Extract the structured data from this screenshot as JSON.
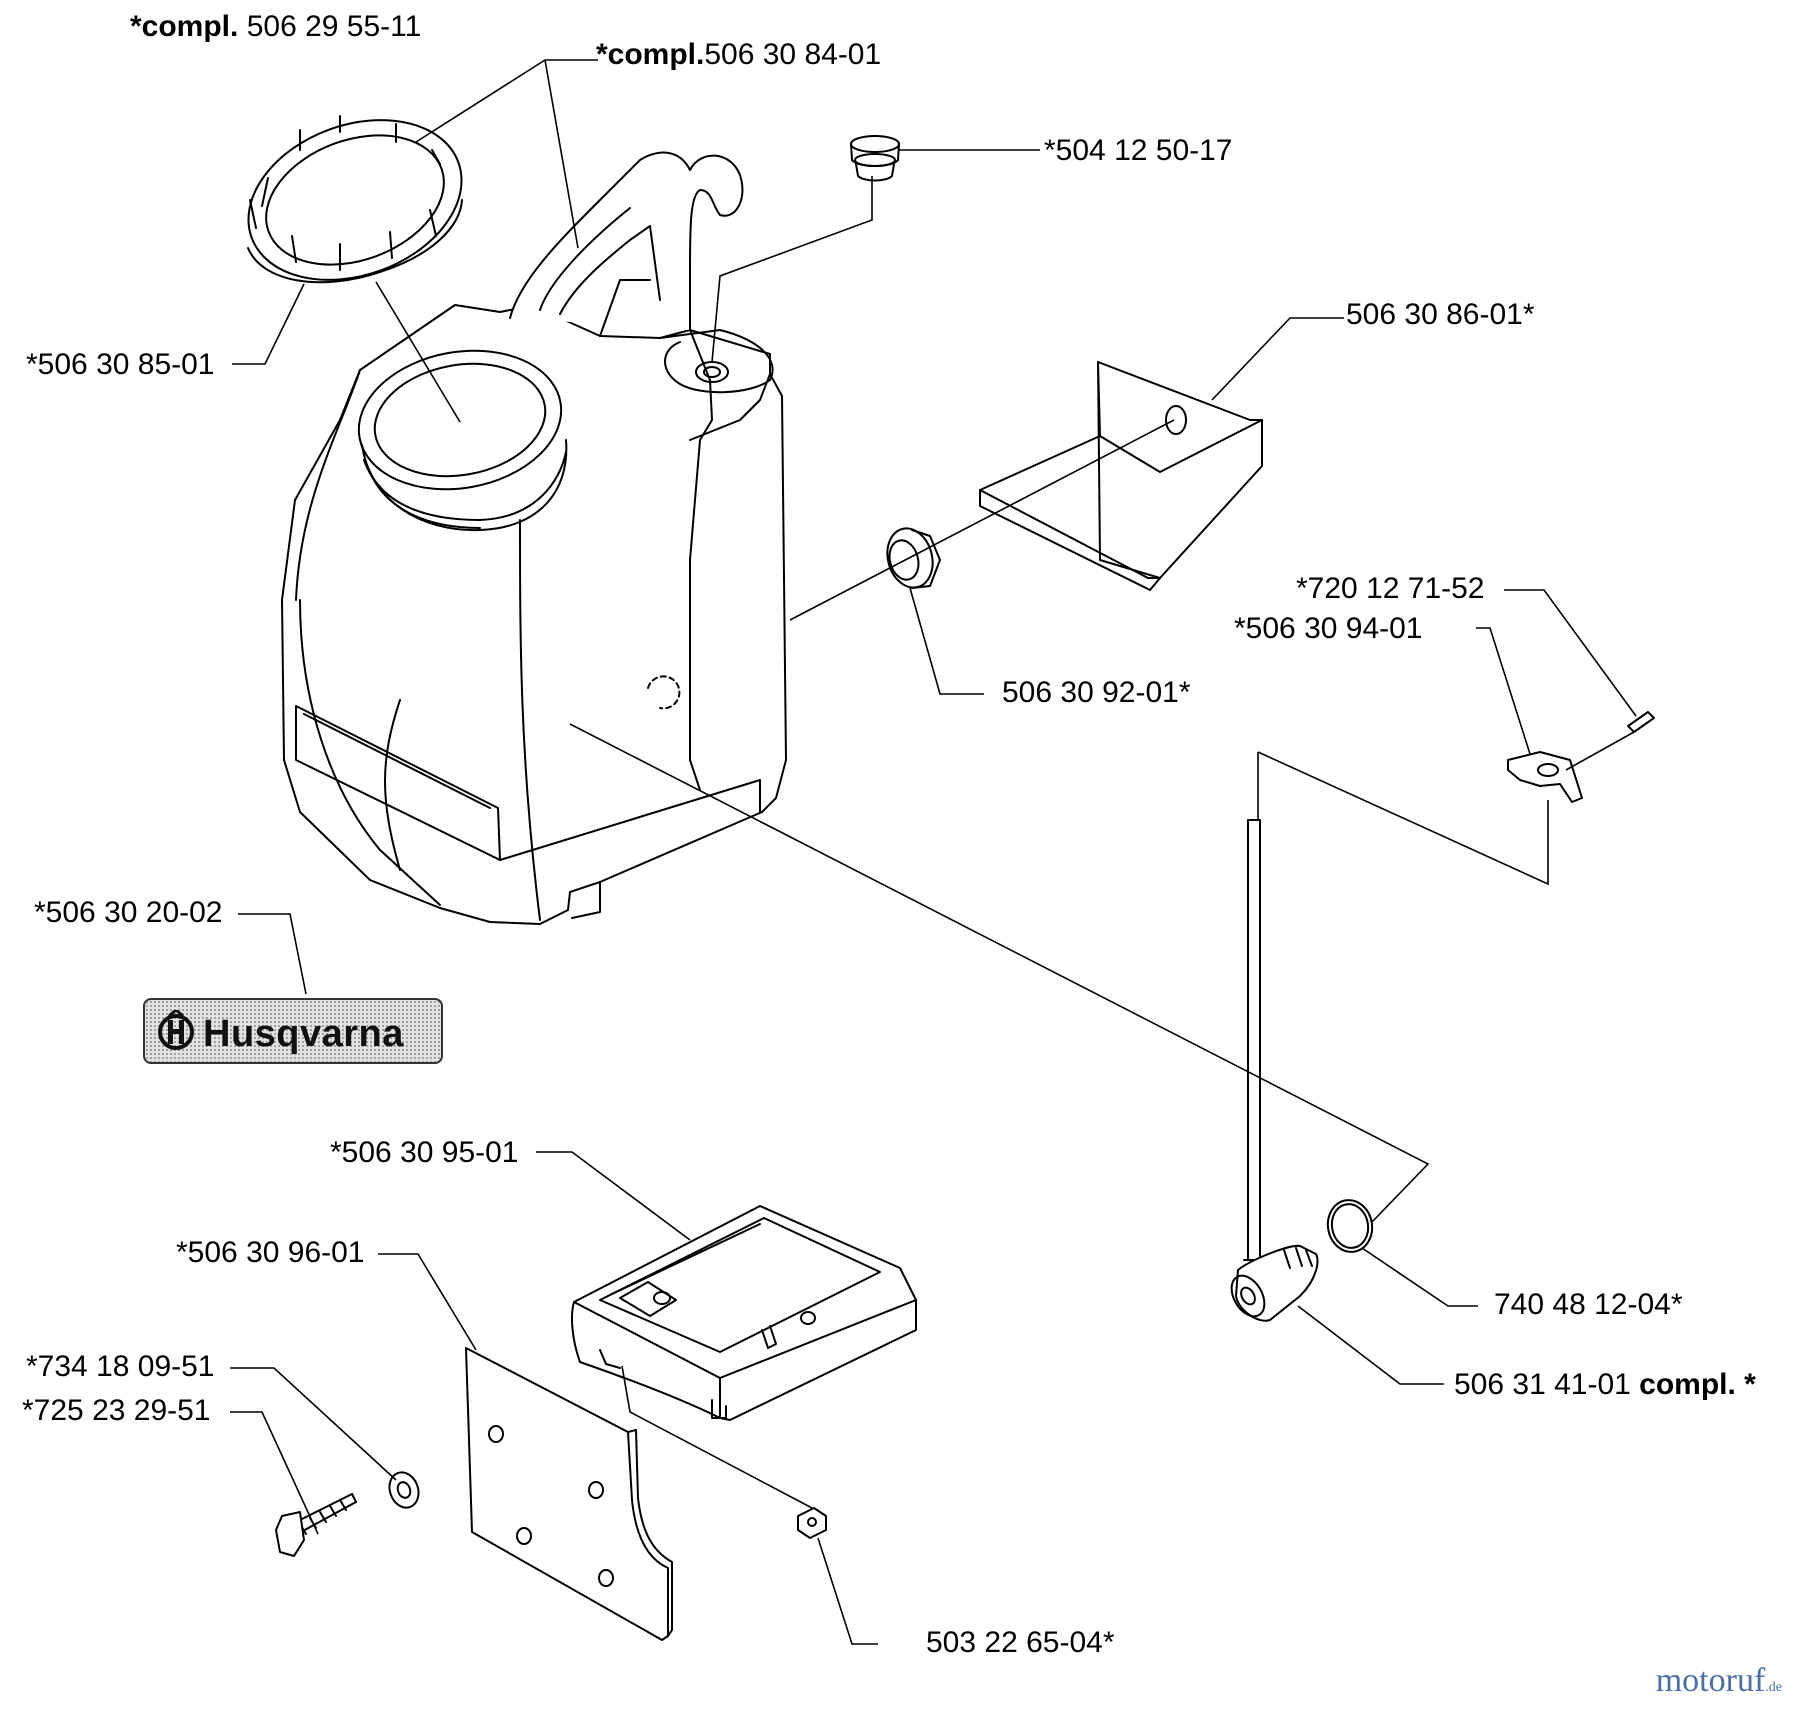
{
  "labels": {
    "compl_top": {
      "prefix": "*compl.",
      "number": " 506 29 55-11"
    },
    "compl_cap": {
      "prefix": "*compl.",
      "number": "506 30 84-01"
    },
    "grommet": "*504 12 50-17",
    "cap": "*506 30 85-01",
    "bracket": "506 30 86-01*",
    "pin": "*720 12 71-52",
    "clip": "*506 30 94-01",
    "nut": "506 30 92-01*",
    "decal": "*506 30 20-02",
    "filter_box": "*506 30 95-01",
    "plate": "*506 30 96-01",
    "washer": "*734 18 09-51",
    "screw": "*725 23 29-51",
    "oring": "740 48 12-04*",
    "valve": {
      "number": "506 31 41-01 ",
      "suffix": "compl. *"
    },
    "square_nut": "503 22 65-04*"
  },
  "logo": {
    "text": "Husqvarna",
    "mark": "H"
  },
  "watermark": {
    "main": "motoruf",
    "domain": ".de"
  }
}
